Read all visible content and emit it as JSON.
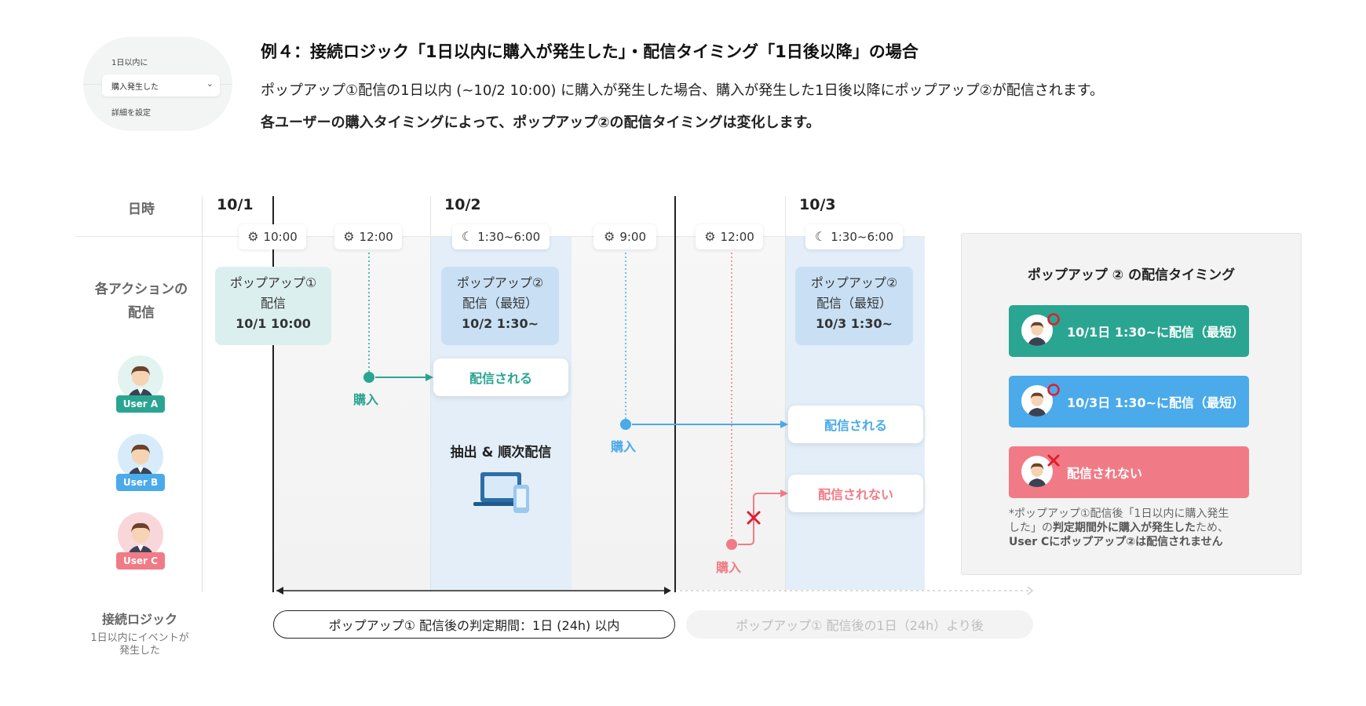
{
  "header": {
    "illustration": {
      "line1": "1日以内に",
      "select_value": "購入発生した",
      "line3": "詳細を設定"
    },
    "title": "例４：接続ロジック「1日以内に購入が発生した」・配信タイミング「1日後以降」の場合",
    "desc1": "ポップアップ①配信の1日以内 (~10/2 10:00) に購入が発生した場合、購入が発生した1日後以降にポップアップ②が配信されます。",
    "desc2": "各ユーザーの購入タイミングによって、ポップアップ②の配信タイミングは変化します。"
  },
  "diagram": {
    "row_labels": {
      "datetime": "日時",
      "action_l1": "各アクションの",
      "action_l2": "配信"
    },
    "dates": [
      "10/1",
      "10/2",
      "10/3"
    ],
    "time_chips": [
      {
        "label": "10:00",
        "icon": "gear-icon"
      },
      {
        "label": "12:00",
        "icon": "gear-icon"
      },
      {
        "label": "1:30~6:00",
        "icon": "moon-cloud-icon"
      },
      {
        "label": "9:00",
        "icon": "gear-icon"
      },
      {
        "label": "12:00",
        "icon": "gear-icon"
      },
      {
        "label": "1:30~6:00",
        "icon": "moon-cloud-icon"
      }
    ],
    "pop1": {
      "l1": "ポップアップ①",
      "l2": "配信",
      "l3": "10/1 10:00"
    },
    "pop2a": {
      "l1": "ポップアップ②",
      "l2": "配信（最短）",
      "l3": "10/2 1:30~"
    },
    "pop2b": {
      "l1": "ポップアップ②",
      "l2": "配信（最短）",
      "l3": "10/3 1:30~"
    },
    "users": [
      {
        "name": "User A",
        "color": "#2aa592",
        "bg": "#e2f3f0"
      },
      {
        "name": "User B",
        "color": "#4aaaea",
        "bg": "#d7ebfa"
      },
      {
        "name": "User C",
        "color": "#f07b86",
        "bg": "#f8d6da"
      }
    ],
    "buy_label": "購入",
    "delivered": "配信される",
    "not_delivered": "配信されない",
    "extract": "抽出 & 順次配信",
    "logic_title": "接続ロジック",
    "logic_sub1": "1日以内にイベントが",
    "logic_sub2": "発生した",
    "period_in": "ポップアップ① 配信後の判定期間：1日 (24h) 以内",
    "period_after": "ポップアップ① 配信後の1日（24h）より後"
  },
  "panel": {
    "title": "ポップアップ ② の配信タイミング",
    "results": [
      {
        "text": "10/1日 1:30~に配信（最短）",
        "color": "#2aa592",
        "mark": "circle"
      },
      {
        "text": "10/3日 1:30~に配信（最短）",
        "color": "#4aaaea",
        "mark": "circle"
      },
      {
        "text": "配信されない",
        "color": "#f07b86",
        "mark": "cross"
      }
    ],
    "note1": "*ポップアップ①配信後「1日以内に購入発生",
    "note2a": "した」の",
    "note2b": "判定期間外に購入が発生した",
    "note2c": "ため、",
    "note3": "User Cにポップアップ②は配信されません"
  },
  "colors": {
    "teal": "#2aa592",
    "blue": "#4aaaea",
    "red": "#f07b86",
    "cross_red": "#e01e2e"
  }
}
